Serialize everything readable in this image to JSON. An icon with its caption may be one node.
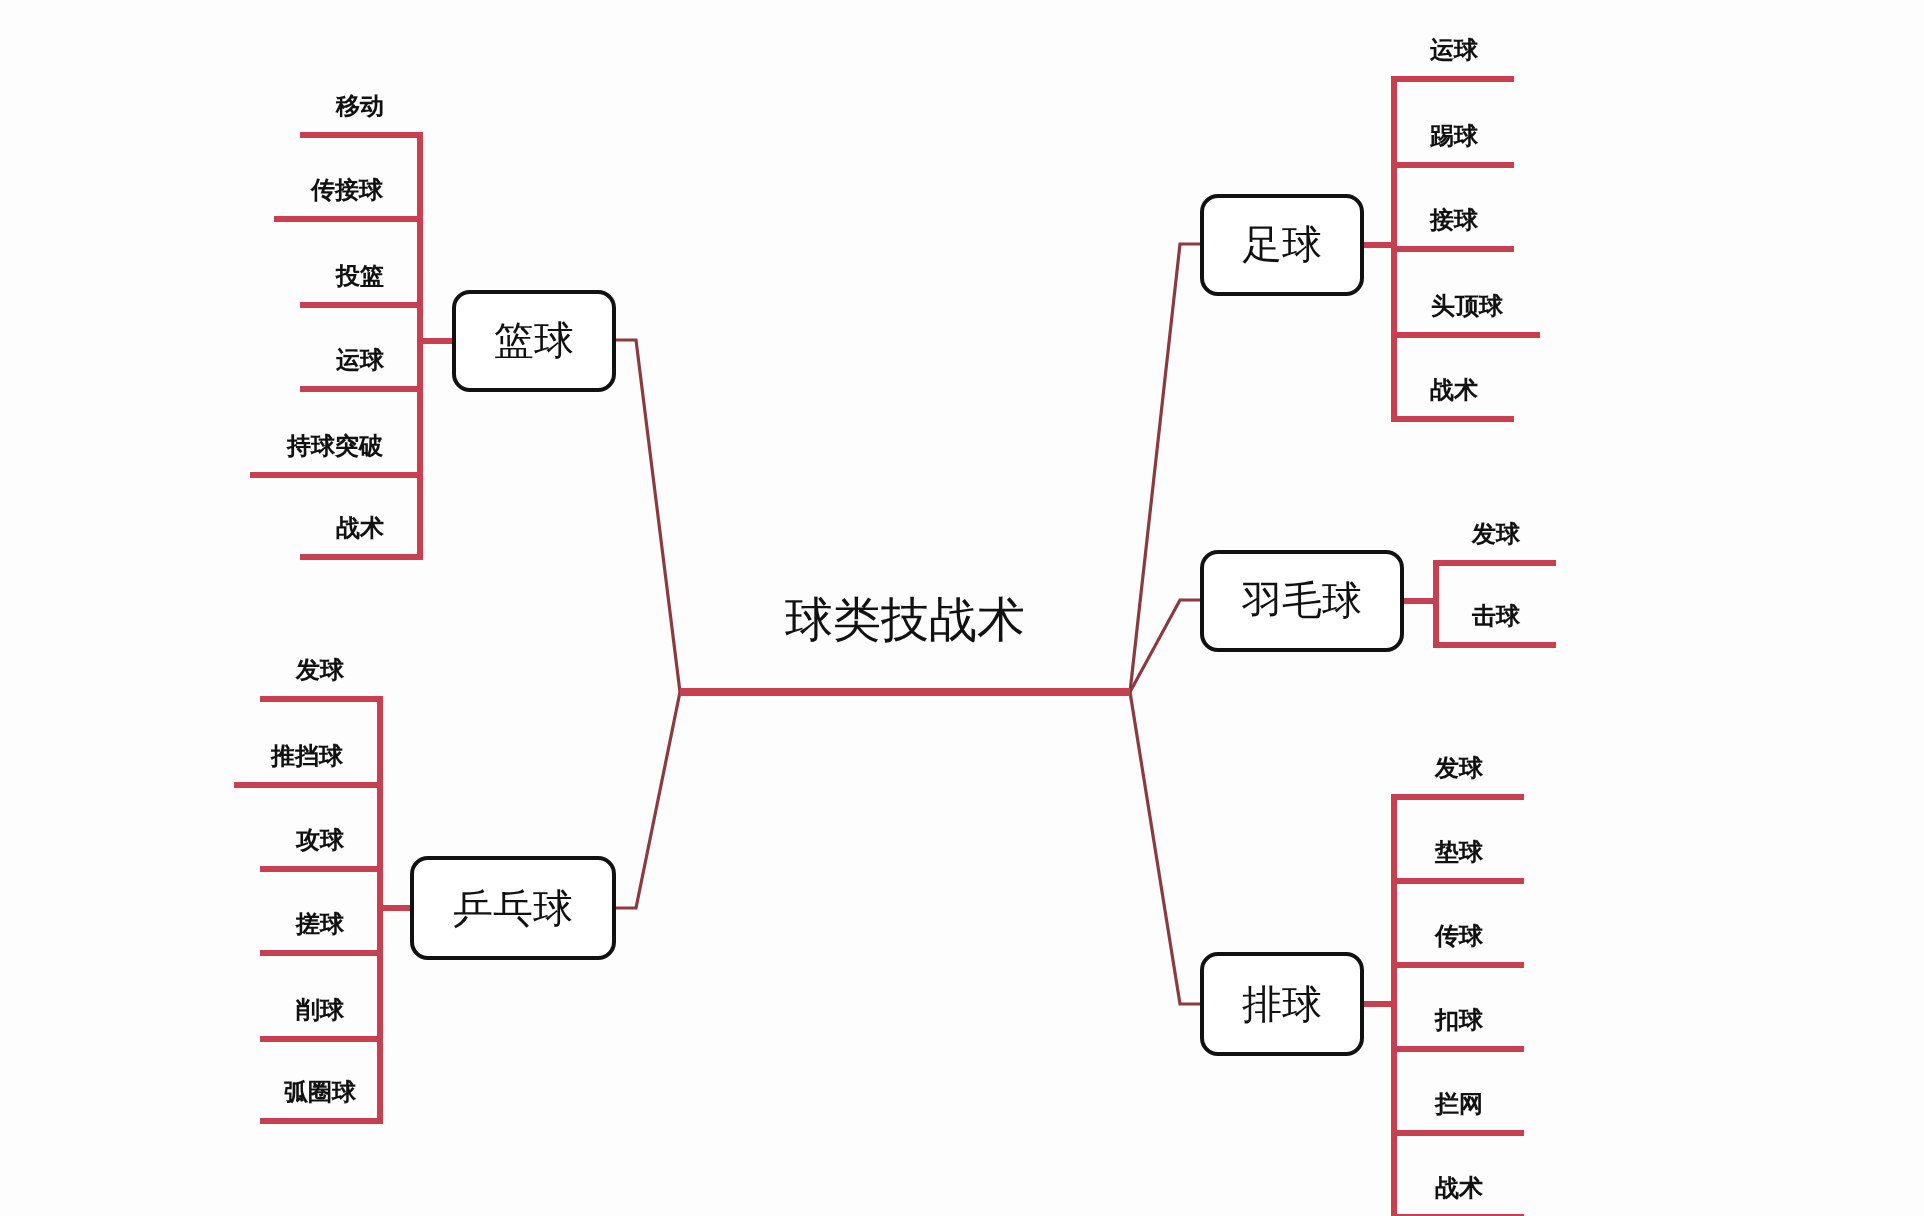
{
  "diagram": {
    "nodes": [
      {
        "text": [
          "球类技战术"
        ]
      },
      {
        "text": [
          "篮球"
        ]
      },
      {
        "text": [
          "移动"
        ]
      },
      {
        "text": [
          "传接球"
        ]
      },
      {
        "text": [
          "投篮"
        ]
      },
      {
        "text": [
          "运球"
        ]
      },
      {
        "text": [
          "持球突破"
        ]
      },
      {
        "text": [
          "战术"
        ]
      },
      {
        "text": [
          "乒乓球"
        ]
      },
      {
        "text": [
          "发球"
        ]
      },
      {
        "text": [
          "推挡球"
        ]
      },
      {
        "text": [
          "攻球"
        ]
      },
      {
        "text": [
          "搓球"
        ]
      },
      {
        "text": [
          "削球"
        ]
      },
      {
        "text": [
          "弧圈球"
        ]
      },
      {
        "text": [
          "足球"
        ]
      },
      {
        "text": [
          "运球"
        ]
      },
      {
        "text": [
          "踢球"
        ]
      },
      {
        "text": [
          "接球"
        ]
      },
      {
        "text": [
          "头顶球"
        ]
      },
      {
        "text": [
          "战术"
        ]
      },
      {
        "text": [
          "羽毛球"
        ]
      },
      {
        "text": [
          "发球"
        ]
      },
      {
        "text": [
          "击球"
        ]
      },
      {
        "text": [
          "排球"
        ]
      },
      {
        "text": [
          "发球"
        ]
      },
      {
        "text": [
          "垫球"
        ]
      },
      {
        "text": [
          "传球"
        ]
      },
      {
        "text": [
          "扣球"
        ]
      },
      {
        "text": [
          "拦网"
        ]
      },
      {
        "text": [
          "战术"
        ]
      }
    ],
    "edges": [
      {
        "from": 0,
        "to": 1,
        "arrow": "none",
        "color": "#8a3a40"
      },
      {
        "from": 0,
        "to": 8,
        "arrow": "none",
        "color": "#8a3a40"
      },
      {
        "from": 0,
        "to": 15,
        "arrow": "none",
        "color": "#8a3a40"
      },
      {
        "from": 0,
        "to": 21,
        "arrow": "none",
        "color": "#8a3a40"
      },
      {
        "from": 0,
        "to": 24,
        "arrow": "none",
        "color": "#8a3a40"
      },
      {
        "from": 1,
        "to": 2,
        "arrow": "none"
      },
      {
        "from": 1,
        "to": 3,
        "arrow": "none"
      },
      {
        "from": 1,
        "to": 4,
        "arrow": "none"
      },
      {
        "from": 1,
        "to": 5,
        "arrow": "none"
      },
      {
        "from": 1,
        "to": 6,
        "arrow": "none"
      },
      {
        "from": 1,
        "to": 7,
        "arrow": "none"
      },
      {
        "from": 8,
        "to": 9,
        "arrow": "none"
      },
      {
        "from": 8,
        "to": 10,
        "arrow": "none"
      },
      {
        "from": 8,
        "to": 11,
        "arrow": "none"
      },
      {
        "from": 8,
        "to": 12,
        "arrow": "none"
      },
      {
        "from": 8,
        "to": 13,
        "arrow": "none"
      },
      {
        "from": 8,
        "to": 14,
        "arrow": "none"
      },
      {
        "from": 15,
        "to": 16,
        "arrow": "none"
      },
      {
        "from": 15,
        "to": 17,
        "arrow": "none"
      },
      {
        "from": 15,
        "to": 18,
        "arrow": "none"
      },
      {
        "from": 15,
        "to": 19,
        "arrow": "none"
      },
      {
        "from": 15,
        "to": 20,
        "arrow": "none"
      },
      {
        "from": 21,
        "to": 22,
        "arrow": "none"
      },
      {
        "from": 21,
        "to": 23,
        "arrow": "none"
      },
      {
        "from": 24,
        "to": 25,
        "arrow": "none"
      },
      {
        "from": 24,
        "to": 26,
        "arrow": "none"
      },
      {
        "from": 24,
        "to": 27,
        "arrow": "none"
      },
      {
        "from": 24,
        "to": 28,
        "arrow": "none"
      },
      {
        "from": 24,
        "to": 29,
        "arrow": "none"
      },
      {
        "from": 24,
        "to": 30,
        "arrow": "none"
      }
    ]
  }
}
